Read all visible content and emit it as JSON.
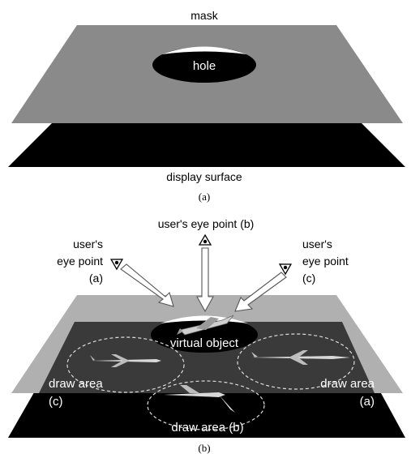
{
  "panel_a": {
    "mask_label": "mask",
    "hole_label": "hole",
    "surface_label": "display surface",
    "caption": "(a)"
  },
  "panel_b": {
    "eye_b": "user's eye point (b)",
    "eye_a_line1": "user's",
    "eye_a_line2": "eye point",
    "eye_a_line3": "(a)",
    "eye_c_line1": "user's",
    "eye_c_line2": "eye point",
    "eye_c_line3": "(c)",
    "virtual_object": "virtual object",
    "draw_area_c_line1": "draw area",
    "draw_area_c_line2": "(c)",
    "draw_area_a_line1": "draw area",
    "draw_area_a_line2": "(a)",
    "draw_area_b": "draw area (b)",
    "caption": "(b)"
  },
  "colors": {
    "mask_gray": "#8a8a8a",
    "mask_gray_b": "#b0b0b0",
    "surface_black": "#000000",
    "hole_black": "#000000",
    "text_light": "#ffffff"
  }
}
